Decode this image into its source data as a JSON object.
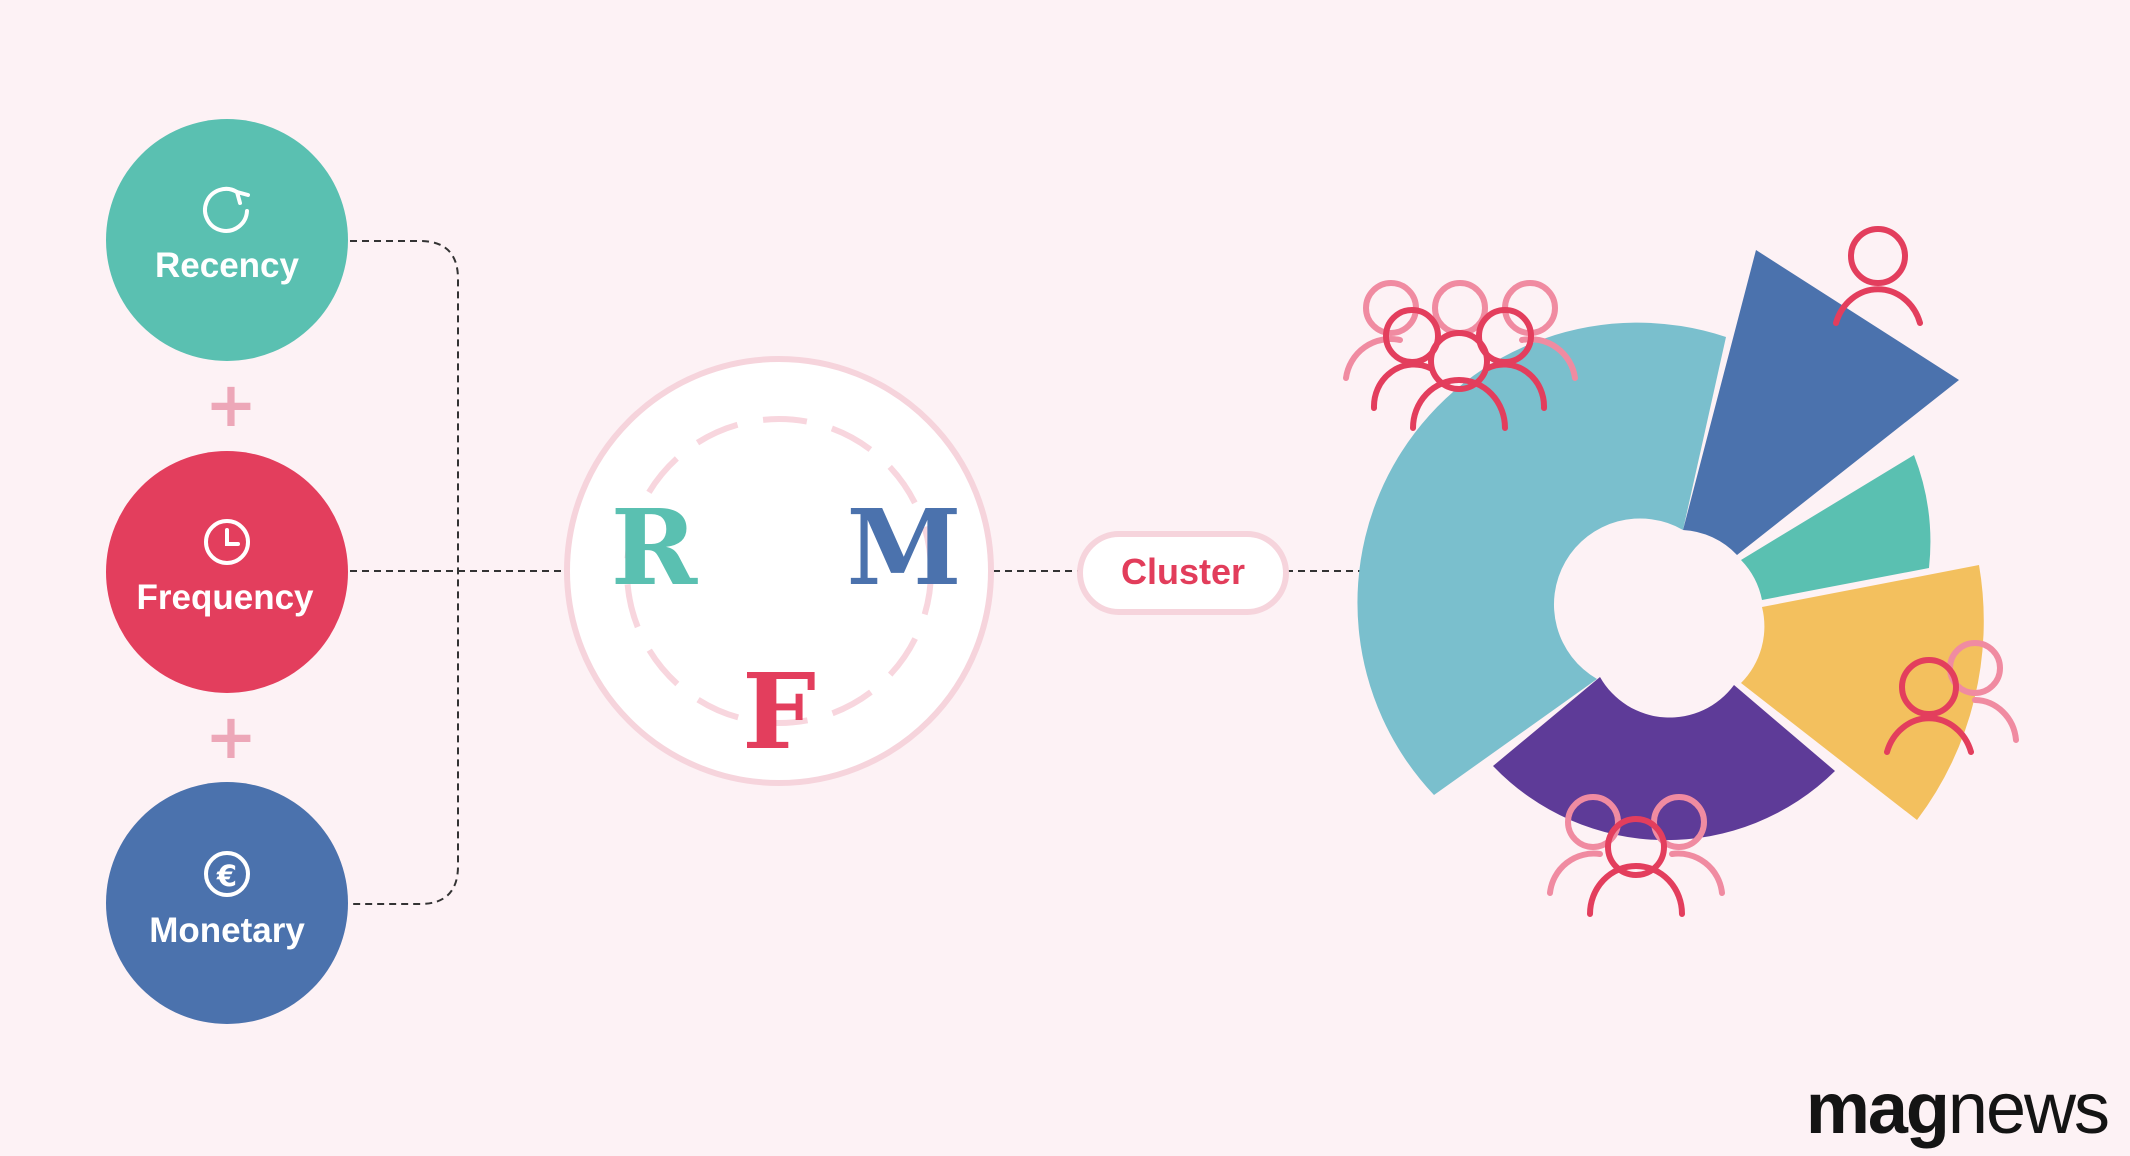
{
  "metrics": [
    {
      "label": "Recency",
      "icon": "refresh-icon",
      "color": "#5ac0b1"
    },
    {
      "label": "Frequency",
      "icon": "clock-icon",
      "color": "#e33e5d"
    },
    {
      "label": "Monetary",
      "icon": "euro-icon",
      "color": "#4b72ad"
    }
  ],
  "operators": [
    "+",
    "+"
  ],
  "rfm": {
    "letters": [
      {
        "letter": "R",
        "color": "#5ac0b1"
      },
      {
        "letter": "M",
        "color": "#4b72ad"
      },
      {
        "letter": "F",
        "color": "#e33e5d"
      }
    ]
  },
  "cluster": {
    "label": "Cluster"
  },
  "segments": [
    {
      "color": "#7abfcd"
    },
    {
      "color": "#4b72ad"
    },
    {
      "color": "#5ac0b1"
    },
    {
      "color": "#f3c05e"
    },
    {
      "color": "#5e3b98"
    }
  ],
  "brand": {
    "part1": "mag",
    "part2": "news"
  }
}
